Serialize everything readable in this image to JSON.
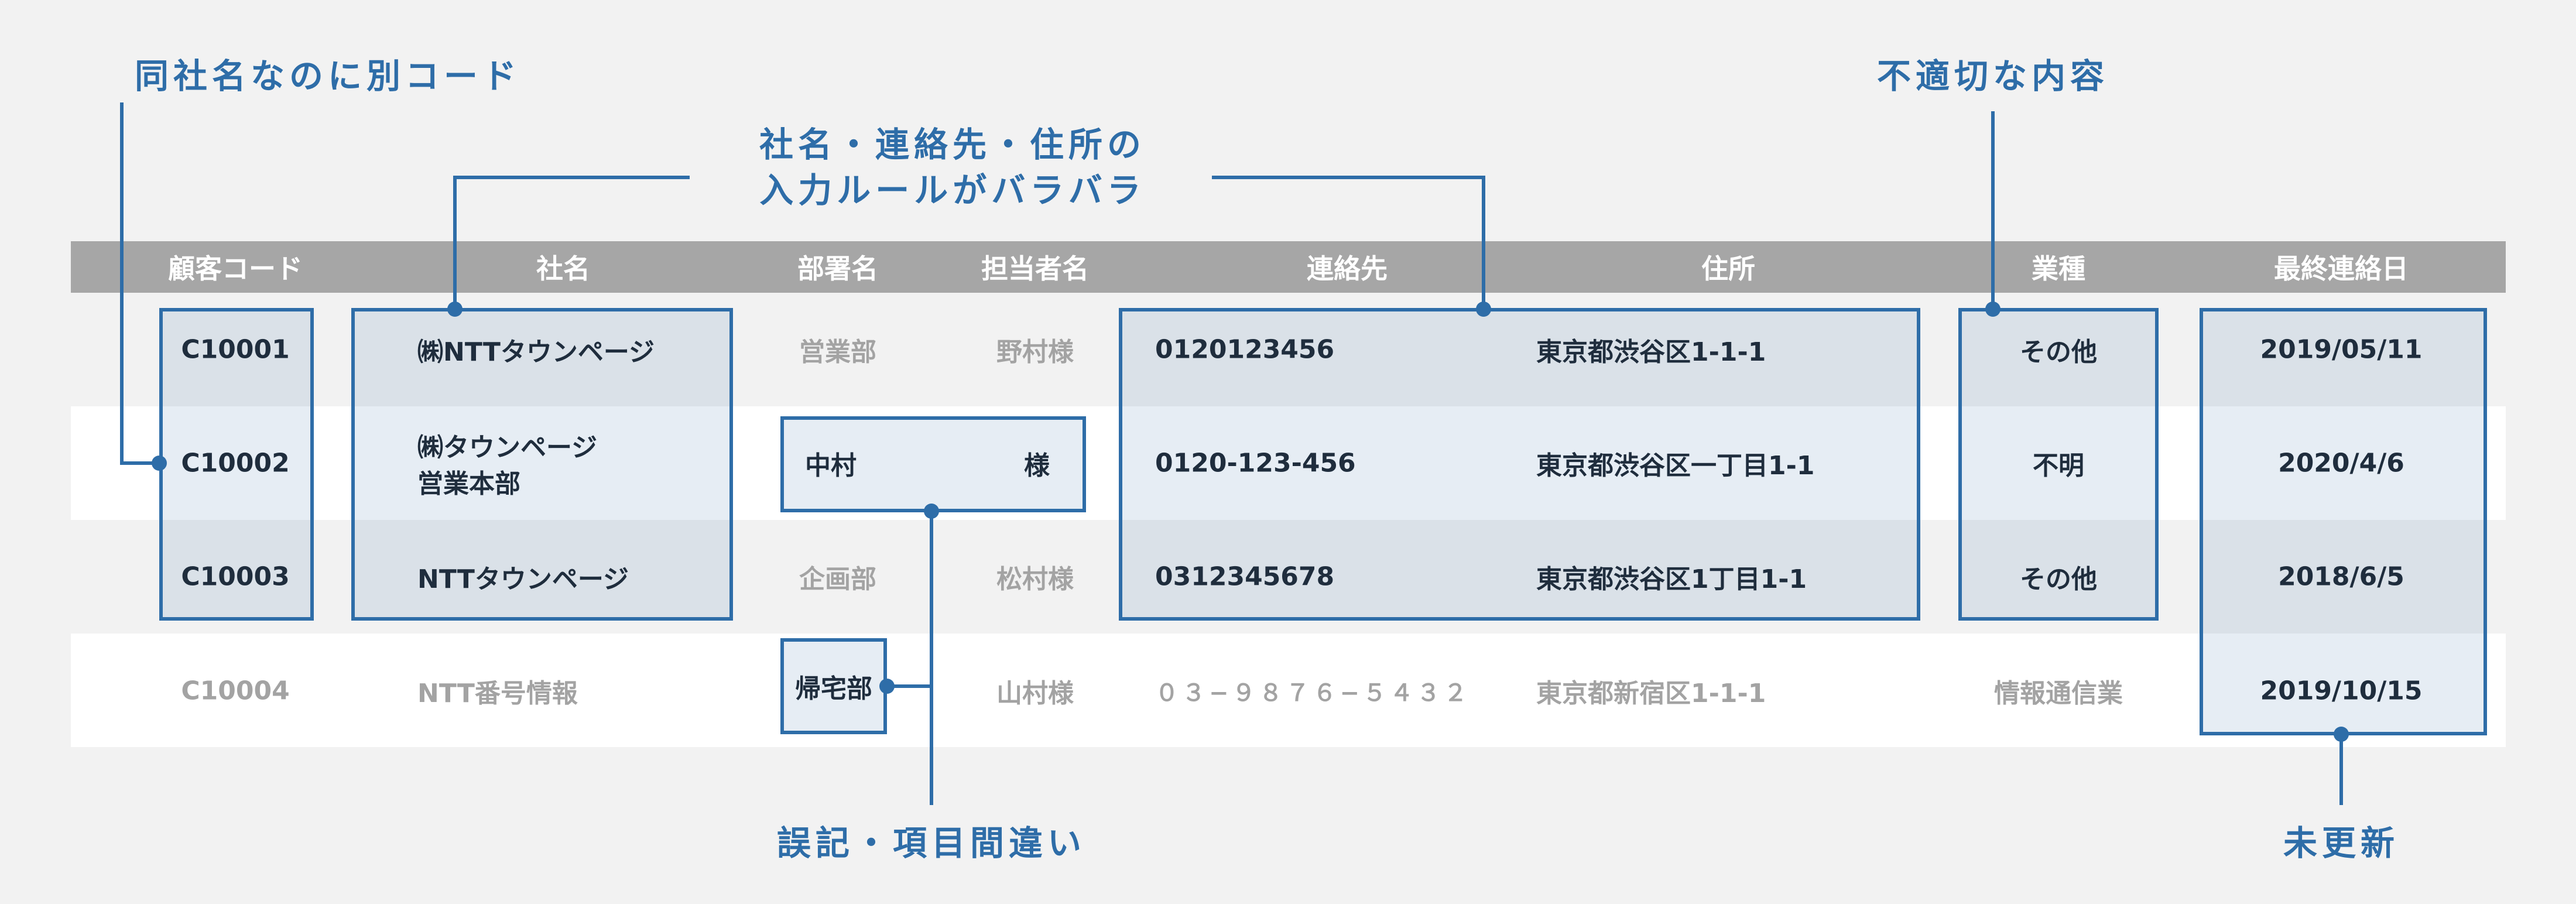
{
  "headers": [
    "顧客コード",
    "社名",
    "部署名",
    "担当者名",
    "連絡先",
    "住所",
    "業種",
    "最終連絡日"
  ],
  "rows": [
    {
      "code": "C10001",
      "company": "㈱NTTタウンページ",
      "dept": "営業部",
      "person": "野村様",
      "phone": "0120123456",
      "address": "東京都渋谷区1-1-1",
      "industry": "その他",
      "date": "2019/05/11"
    },
    {
      "code": "C10002",
      "company_line1": "㈱タウンページ",
      "company_line2": "営業本部",
      "person_name": "中村",
      "person_suffix": "様",
      "phone": "0120-123-456",
      "address": "東京都渋谷区一丁目1-1",
      "industry": "不明",
      "date": "2020/4/6"
    },
    {
      "code": "C10003",
      "company": "NTTタウンページ",
      "dept": "企画部",
      "person": "松村様",
      "phone": "0312345678",
      "address": "東京都渋谷区1丁目1-1",
      "industry": "その他",
      "date": "2018/6/5"
    },
    {
      "code": "C10004",
      "company": "NTT番号情報",
      "dept": "帰宅部",
      "person": "山村様",
      "phone": "０３−９８７６−５４３２",
      "address": "東京都新宿区1-1-1",
      "industry": "情報通信業",
      "date": "2019/10/15"
    }
  ],
  "annotations": {
    "same_company": "同社名なのに別コード",
    "input_rules_line1": "社名・連絡先・住所の",
    "input_rules_line2": "入力ルールがバラバラ",
    "inappropriate": "不適切な内容",
    "typo": "誤記・項目間違い",
    "not_updated": "未更新"
  },
  "colors": {
    "accent": "#2e6da8",
    "header": "#a6a6a6",
    "text": "#1f2d3d",
    "muted": "#a3a3a3"
  }
}
